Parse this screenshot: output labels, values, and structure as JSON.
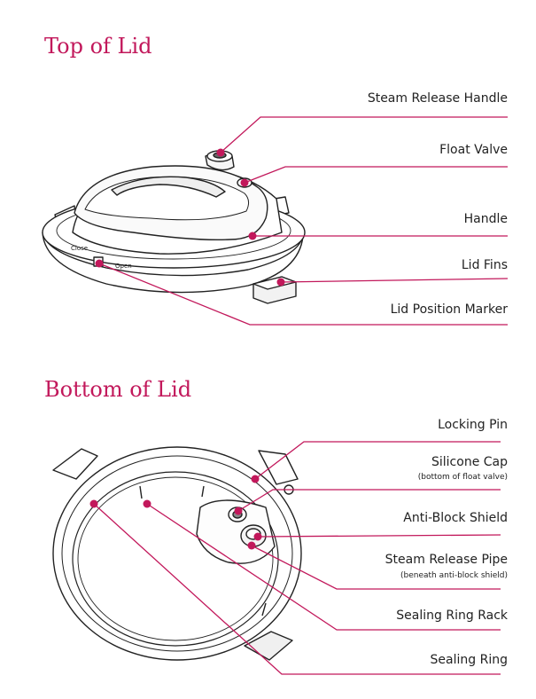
{
  "accent_color": "#c2185b",
  "sections": {
    "top": {
      "title": "Top of Lid",
      "labels": {
        "steam_release_handle": "Steam Release Handle",
        "float_valve": "Float Valve",
        "handle": "Handle",
        "lid_fins": "Lid Fins",
        "lid_position_marker": "Lid Position Marker"
      },
      "lid_marks": {
        "close": "Close",
        "open": "Open"
      }
    },
    "bottom": {
      "title": "Bottom of Lid",
      "labels": {
        "locking_pin": "Locking Pin",
        "silicone_cap": "Silicone Cap",
        "silicone_cap_note": "(bottom of float valve)",
        "anti_block_shield": "Anti-Block Shield",
        "steam_release_pipe": "Steam Release Pipe",
        "steam_release_pipe_note": "(beneath anti-block shield)",
        "sealing_ring_rack": "Sealing Ring Rack",
        "sealing_ring": "Sealing Ring"
      }
    }
  }
}
